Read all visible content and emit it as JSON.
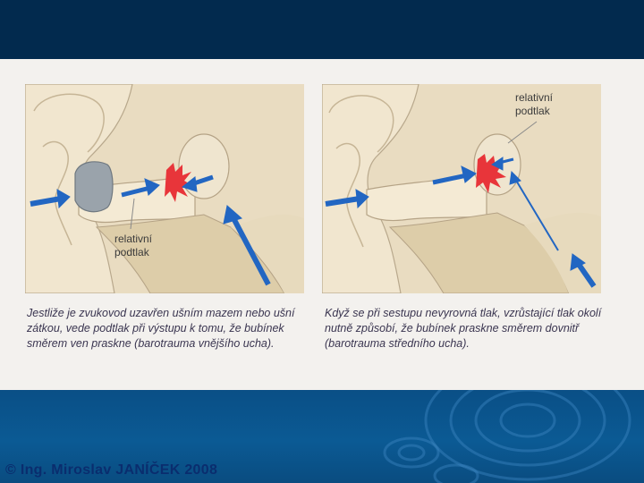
{
  "slide": {
    "colors": {
      "top_band": "#022a4e",
      "bottom_band": "#0a5690",
      "figure_bg": "#f3f1ee",
      "ear_skin": "#efe3c9",
      "arrow_blue": "#2266c2",
      "burst_red": "#e8353a"
    },
    "left_panel": {
      "callout": [
        "relativní",
        "podtlak"
      ],
      "caption": "Jestliže je zvukovod uzavřen ušním mazem nebo ušní zátkou, vede podtlak při výstupu k tomu, že bubínek směrem ven praskne (barotrauma vnějšího ucha)."
    },
    "right_panel": {
      "callout": [
        "relativní",
        "podtlak"
      ],
      "caption": "Když se při sestupu nevyrovná tlak, vzrůstající tlak okolí nutně způsobí, že bubínek praskne směrem dovnitř (barotrauma středního ucha)."
    },
    "footer": "© Ing. Miroslav JANÍČEK 2008"
  }
}
